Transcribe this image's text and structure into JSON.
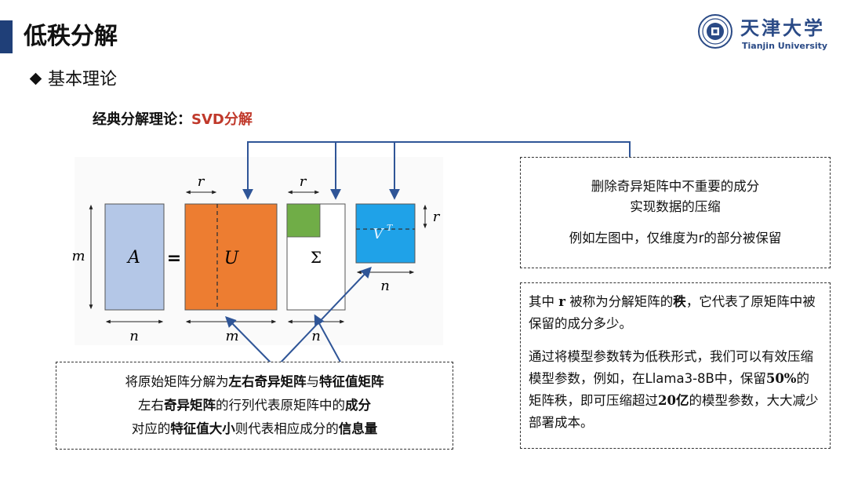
{
  "header": {
    "title": "低秩分解",
    "logo_cn": "天津大学",
    "logo_en": "Tianjin University"
  },
  "subtitle": "基本理论",
  "section": {
    "label": "经典分解理论：",
    "highlight": "SVD分解"
  },
  "diagram": {
    "matrix_a": "A",
    "equals": "=",
    "matrix_u": "U",
    "matrix_sigma": "Σ",
    "matrix_v": "V",
    "matrix_v_sup": "T",
    "label_m": "m",
    "label_n": "n",
    "label_r": "r"
  },
  "box_bottom": {
    "line1_a": "将原始矩阵分解为",
    "line1_b": "左右奇异矩阵",
    "line1_c": "与",
    "line1_d": "特征值矩阵",
    "line2_a": "左右",
    "line2_b": "奇异矩阵",
    "line2_c": "的行列代表原矩阵中的",
    "line2_d": "成分",
    "line3_a": "对应的",
    "line3_b": "特征值大小",
    "line3_c": "则代表相应成分的",
    "line3_d": "信息量"
  },
  "box_right1": {
    "line1": "删除奇异矩阵中不重要的成分",
    "line2": "实现数据的压缩",
    "line3": "例如左图中，仅维度为r的部分被保留"
  },
  "box_right2": {
    "p1_a": "其中 ",
    "p1_r": "r",
    "p1_b": " 被称为分解矩阵的",
    "p1_c": "秩",
    "p1_d": "，它代表了原矩阵中被保留的成分多少。",
    "p2_a": "通过将模型参数转为低秩形式，我们可以有效压缩模型参数，例如，在Llama3-8B中，保留",
    "p2_b": "50%",
    "p2_c": "的矩阵秩，即可压缩超过",
    "p2_d": "20亿",
    "p2_e": "的模型参数，大大减少部署成本。"
  },
  "colors": {
    "title_bar": "#1f3f78",
    "matrix_a": "#b4c7e7",
    "matrix_u": "#ed7d31",
    "sigma_block": "#70ad47",
    "matrix_v": "#1fa2e8",
    "arrow": "#2f5597",
    "highlight_red": "#c0392b"
  }
}
